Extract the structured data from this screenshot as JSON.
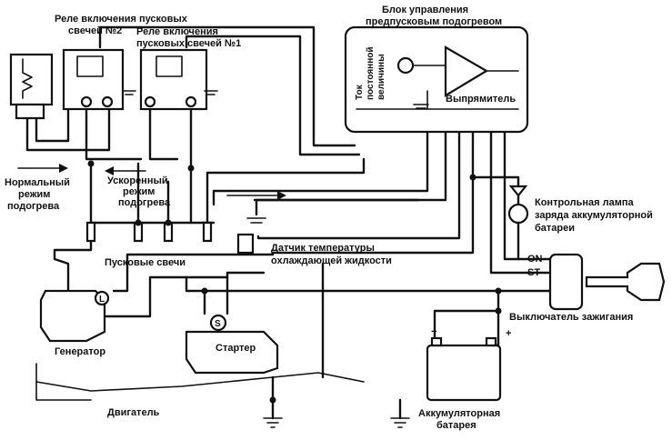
{
  "labels": {
    "relay2": [
      "Реле включения пусковых",
      "свечей №2"
    ],
    "relay1": [
      "Реле включения",
      "пусковых свечей №1"
    ],
    "control_unit": [
      "Блок управления",
      "предпусковым подогревом"
    ],
    "dc_current": [
      "Ток",
      "постоянной",
      "величины"
    ],
    "rectifier": "Выпрямитель",
    "normal_mode": [
      "Нормальный",
      "режим",
      "подогрева"
    ],
    "fast_mode": [
      "Ускоренный",
      "режим",
      "подогрева"
    ],
    "glow_plugs": "Пусковые свечи",
    "temp_sensor": [
      "Датчик температуры",
      "охлаждающей жидкости"
    ],
    "charge_lamp": [
      "Контрольная лампа",
      "заряда аккумуляторной",
      "батареи"
    ],
    "on": "ON",
    "st": "ST",
    "ignition_switch": "Выключатель зажигания",
    "generator": "Генератор",
    "generator_terminal": "L",
    "starter": "Стартер",
    "starter_terminal": "S",
    "engine": "Двигатель",
    "battery": [
      "Аккумуляторная",
      "батарея"
    ],
    "minus": "−",
    "plus": "+"
  }
}
